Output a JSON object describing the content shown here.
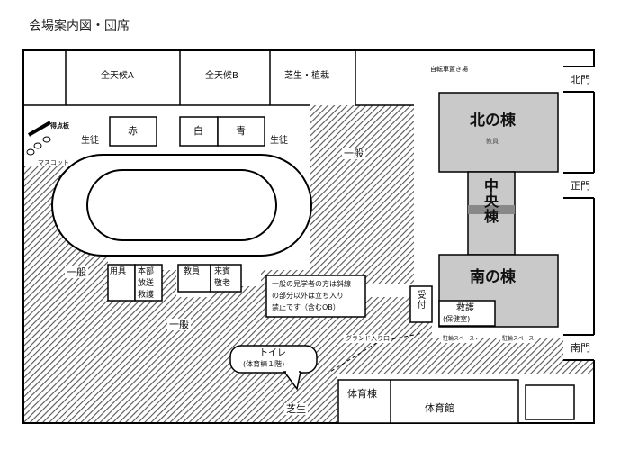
{
  "title": "会場案内図・団席",
  "gates": {
    "north": "北門",
    "main": "正門",
    "south": "南門"
  },
  "areas": {
    "all_weather_a": "全天候A",
    "all_weather_b": "全天候B",
    "lawn_planting": "芝生・植栽",
    "bicycle_parking": "自転車置き場",
    "score_board": "得点板",
    "mascot": "マスコット",
    "red": "赤",
    "white": "白",
    "blue": "青",
    "students_left": "生徒",
    "students_right": "生徒",
    "general_top": "一般",
    "general_left": "一般",
    "general_bottom": "一般",
    "equipment": "用具",
    "hq": "本部",
    "broadcast": "放送",
    "first_aid_tent": "救護",
    "teachers": "教員",
    "guests": "来賓",
    "elderly": "敬老",
    "reception": "受付",
    "first_aid_room": "救護",
    "health_room": "(保健室)",
    "ground_entrance": "グランド入り口",
    "bike_space_1": "駐輪スペース",
    "bike_space_2": "駐輪スペース",
    "toilet": "トイレ",
    "toilet_sub": "(体育棟１階)",
    "lawn": "芝生",
    "gym_wing": "体育棟",
    "gymnasium": "体育館"
  },
  "buildings": {
    "north_wing": "北の棟",
    "north_sub": "教員",
    "center_wing": "中央棟",
    "south_wing": "南の棟"
  },
  "notice": {
    "line1": "一般の見学者の方は斜線",
    "line2": "の部分以外は立ち入り",
    "line3": "禁止です（含むOB）"
  }
}
